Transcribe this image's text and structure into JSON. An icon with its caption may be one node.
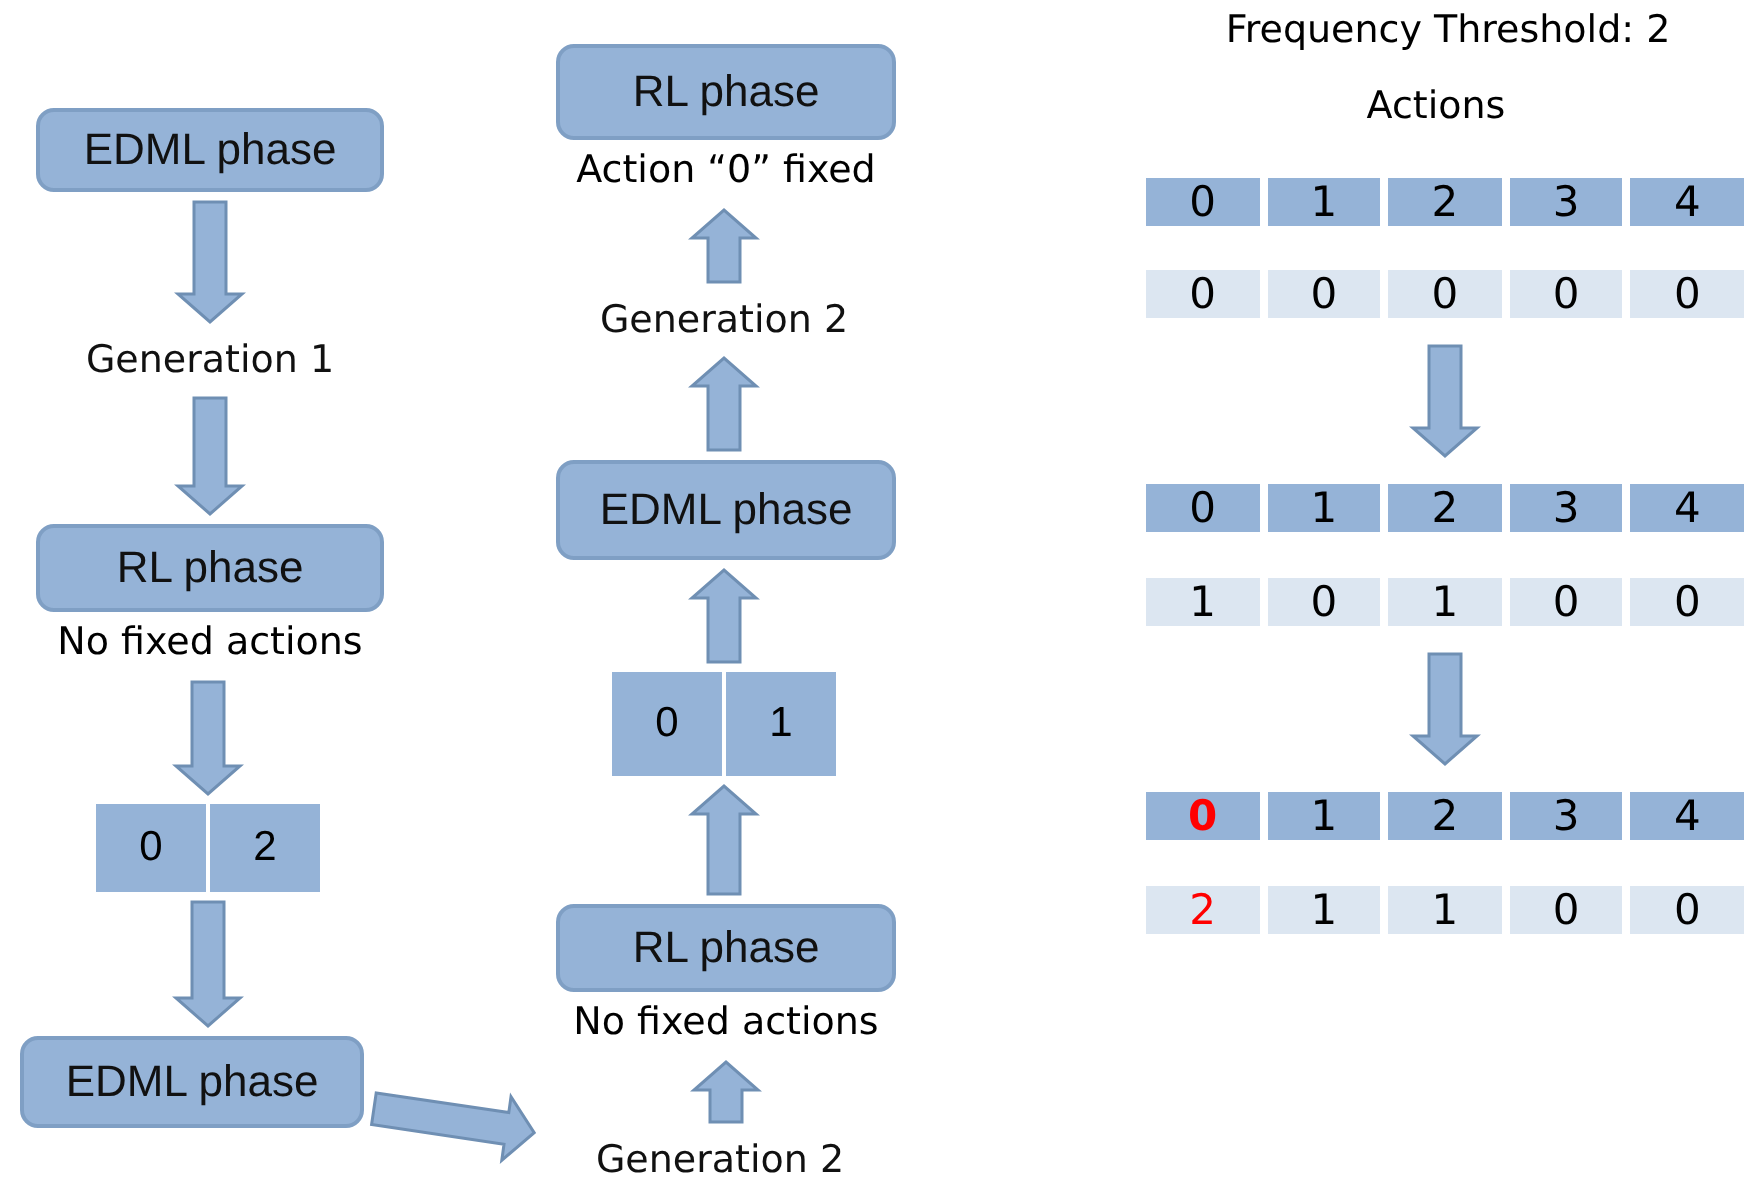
{
  "diagram": {
    "nodes": [
      {
        "text": [
          "EDML phase"
        ]
      },
      {
        "text": [
          "Generation 1"
        ]
      },
      {
        "text": [
          "RL phase"
        ],
        "beside": [
          "No fixed actions"
        ]
      },
      {
        "text": [
          "0",
          "2"
        ]
      },
      {
        "text": [
          "EDML phase"
        ]
      },
      {
        "text": [
          "Generation 2"
        ]
      },
      {
        "text": [
          "RL phase"
        ],
        "beside": [
          "No fixed actions"
        ]
      },
      {
        "text": [
          "0",
          "1"
        ]
      },
      {
        "text": [
          "EDML phase"
        ]
      },
      {
        "text": [
          "Generation 2"
        ]
      },
      {
        "text": [
          "RL phase"
        ],
        "beside": [
          "Action “0” fixed"
        ]
      },
      {
        "text": [
          "0",
          "1",
          "2",
          "3",
          "4",
          "0",
          "0",
          "0",
          "0",
          "0"
        ]
      },
      {
        "text": [
          "0",
          "1",
          "2",
          "3",
          "4",
          "1",
          "0",
          "1",
          "0",
          "0"
        ]
      },
      {
        "text": [
          "0",
          "1",
          "2",
          "3",
          "4",
          "2",
          "1",
          "1",
          "0",
          "0"
        ]
      }
    ],
    "edges": [
      {
        "from": 0,
        "to": 1,
        "arrow": "to"
      },
      {
        "from": 1,
        "to": 2,
        "arrow": "to"
      },
      {
        "from": 2,
        "to": 3,
        "arrow": "to"
      },
      {
        "from": 3,
        "to": 4,
        "arrow": "to"
      },
      {
        "from": 4,
        "to": 5,
        "arrow": "to"
      },
      {
        "from": 5,
        "to": 6,
        "arrow": "to"
      },
      {
        "from": 6,
        "to": 7,
        "arrow": "to"
      },
      {
        "from": 7,
        "to": 8,
        "arrow": "to"
      },
      {
        "from": 8,
        "to": 9,
        "arrow": "to"
      },
      {
        "from": 9,
        "to": 10,
        "arrow": "to"
      },
      {
        "from": 11,
        "to": 12,
        "arrow": "to"
      },
      {
        "from": 12,
        "to": 13,
        "arrow": "to"
      }
    ],
    "labels": [
      "Frequency Threshold: 2",
      "Actions"
    ]
  }
}
